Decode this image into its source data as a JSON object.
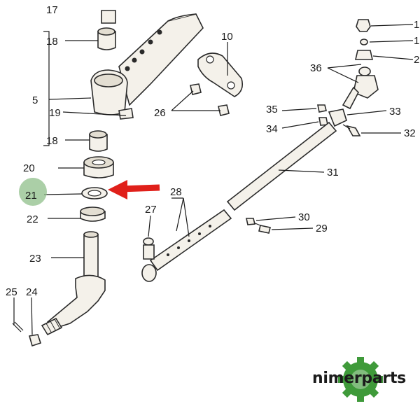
{
  "diagram": {
    "labels": {
      "l1": "1",
      "l2": "1",
      "l3": "2",
      "l5": "5",
      "l10": "10",
      "l17": "17",
      "l18a": "18",
      "l18b": "18",
      "l19": "19",
      "l20": "20",
      "l21": "21",
      "l22": "22",
      "l23": "23",
      "l24": "24",
      "l25": "25",
      "l26": "26",
      "l27": "27",
      "l28": "28",
      "l29": "29",
      "l30": "30",
      "l31": "31",
      "l32": "32",
      "l33": "33",
      "l34": "34",
      "l35": "35",
      "l36": "36"
    },
    "highlight_color": "#8fbf8a",
    "arrow_color": "#e0201a"
  },
  "brand": {
    "name": "nimerparts",
    "gear_color": "#3f9a3a"
  }
}
